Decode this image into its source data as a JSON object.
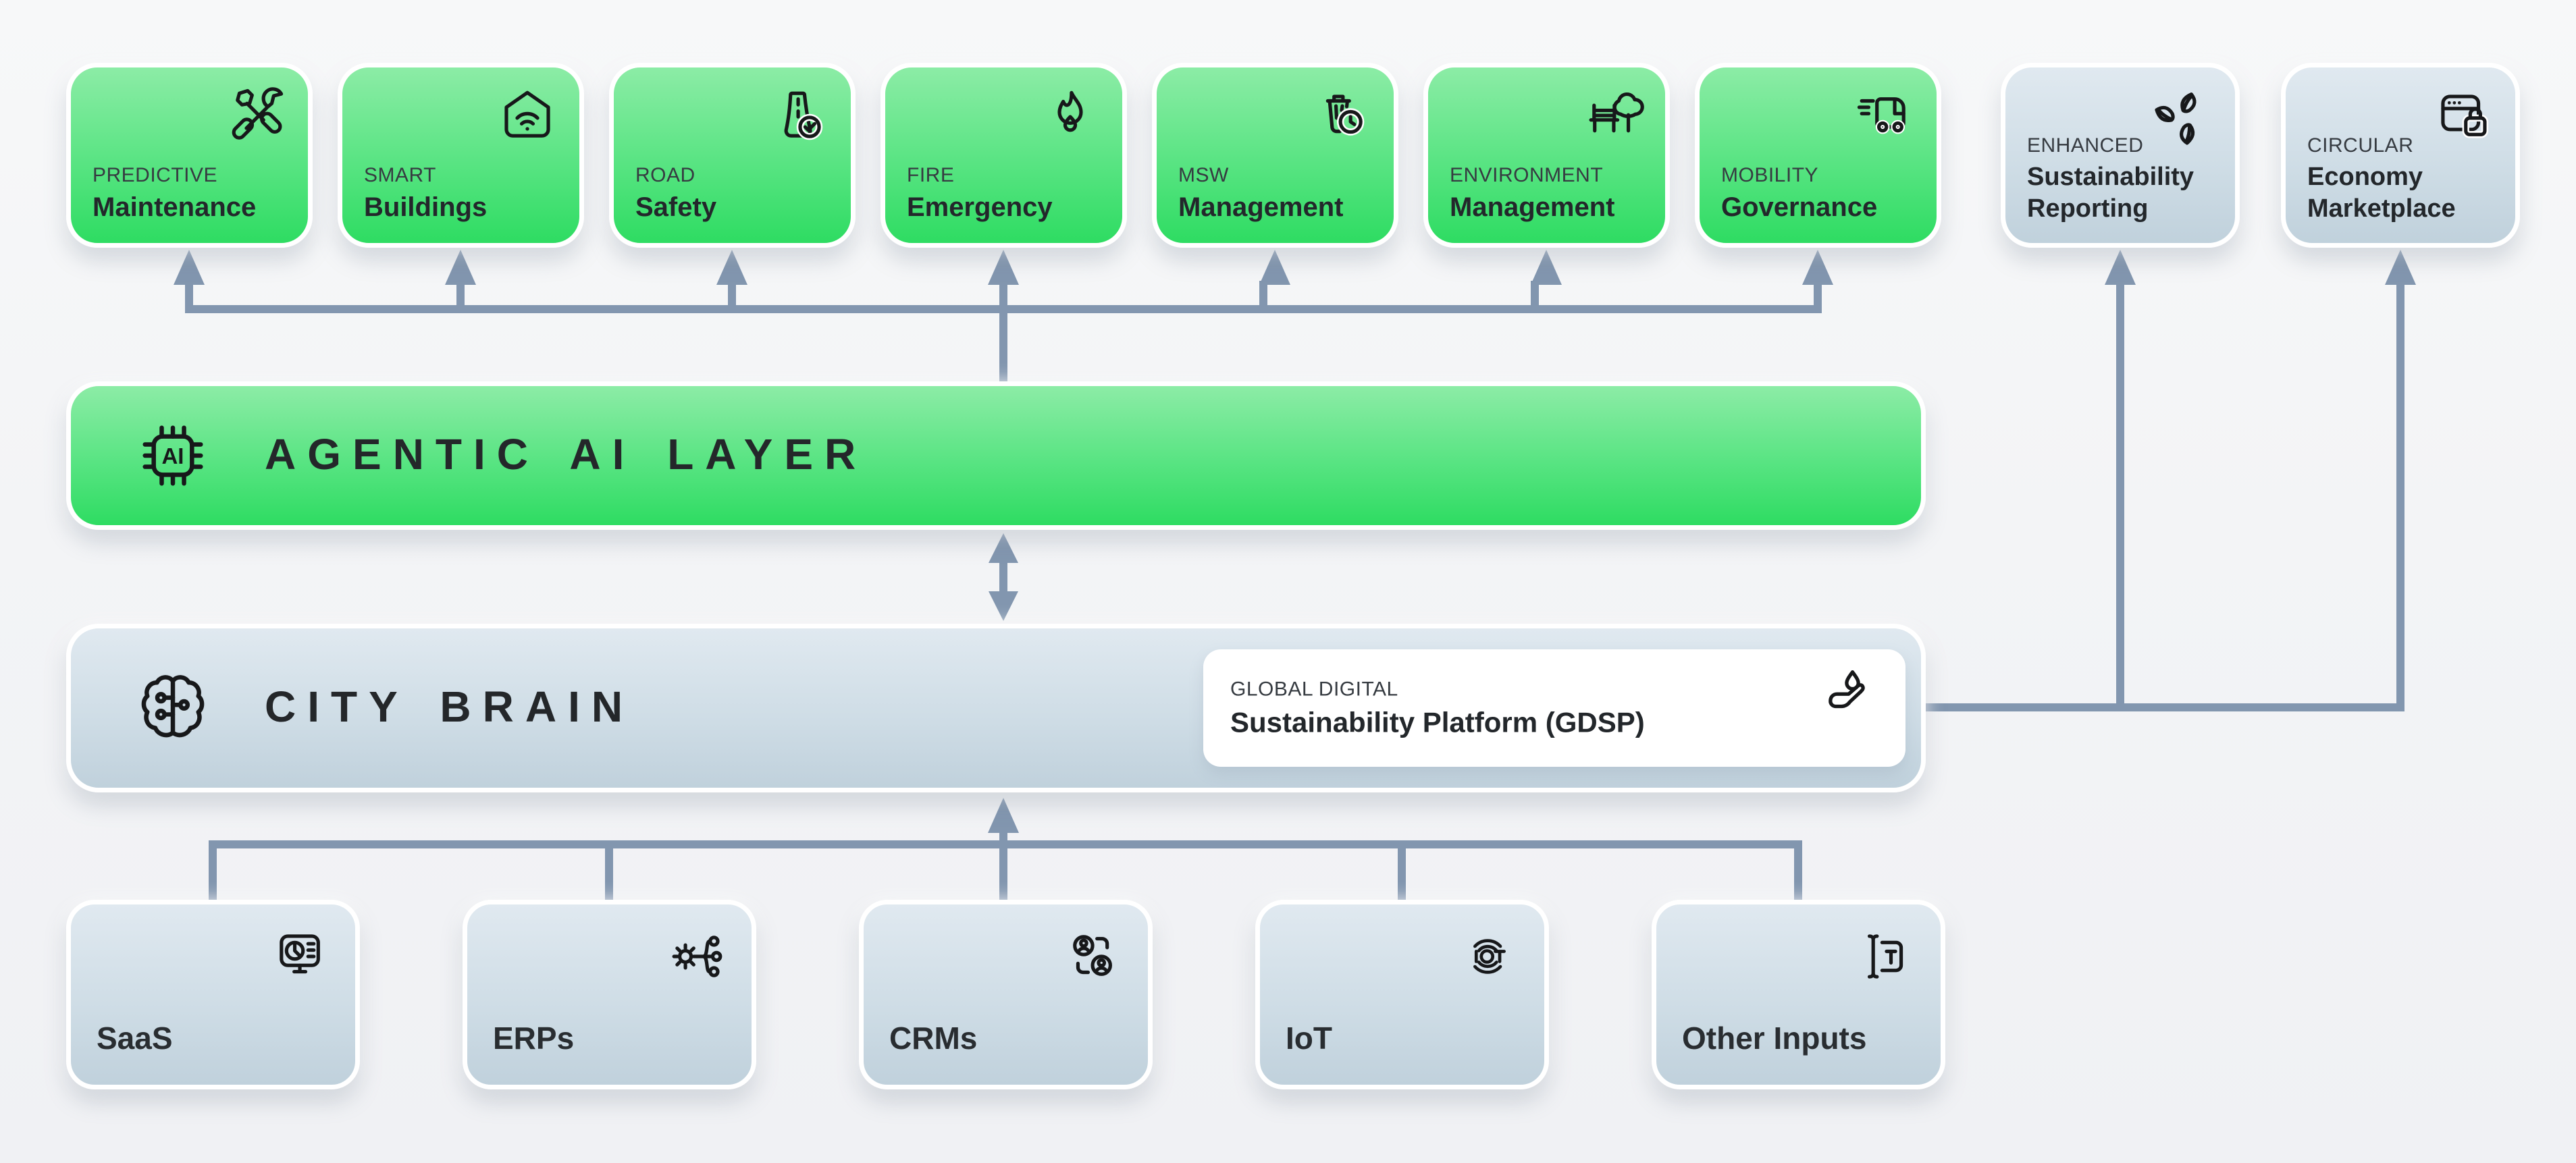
{
  "colors": {
    "green_gradient_top": "#8ceca6",
    "green_gradient_bottom": "#2edc62",
    "gray_gradient_top": "#e0e9f0",
    "gray_gradient_bottom": "#c0d1dc",
    "arrow": "#8296af",
    "text_dark": "#23272b",
    "text_eyebrow": "#363b41",
    "panel_white": "#ffffff"
  },
  "top_apps": [
    {
      "eyebrow": "PREDICTIVE",
      "title": "Maintenance",
      "icon": "wrench-screwdriver-icon"
    },
    {
      "eyebrow": "SMART",
      "title": "Buildings",
      "icon": "smart-home-icon"
    },
    {
      "eyebrow": "ROAD",
      "title": "Safety",
      "icon": "road-check-icon"
    },
    {
      "eyebrow": "FIRE",
      "title": "Emergency",
      "icon": "flame-icon"
    },
    {
      "eyebrow": "MSW",
      "title": "Management",
      "icon": "waste-bin-clock-icon"
    },
    {
      "eyebrow": "ENVIRONMENT",
      "title": "Management",
      "icon": "park-bench-tree-icon"
    },
    {
      "eyebrow": "MOBILITY",
      "title": "Governance",
      "icon": "bus-icon"
    }
  ],
  "outcome_boxes": [
    {
      "eyebrow": "ENHANCED",
      "title": "Sustainability Reporting",
      "icon": "leaves-icon"
    },
    {
      "eyebrow": "CIRCULAR",
      "title": "Economy Marketplace",
      "icon": "browser-lock-icon"
    }
  ],
  "ai_layer": {
    "title": "AGENTIC AI LAYER",
    "icon": "ai-chip-icon"
  },
  "city_brain": {
    "title": "CITY BRAIN",
    "icon": "brain-circuit-icon",
    "gdsp": {
      "eyebrow": "GLOBAL DIGITAL",
      "title": "Sustainability Platform (GDSP)",
      "icon": "hand-droplet-icon"
    }
  },
  "sources": [
    {
      "label": "SaaS",
      "icon": "dashboard-monitor-icon"
    },
    {
      "label": "ERPs",
      "icon": "gear-network-icon"
    },
    {
      "label": "CRMs",
      "icon": "customers-icon"
    },
    {
      "label": "IoT",
      "icon": "iot-signal-icon"
    },
    {
      "label": "Other Inputs",
      "icon": "text-input-icon"
    }
  ]
}
